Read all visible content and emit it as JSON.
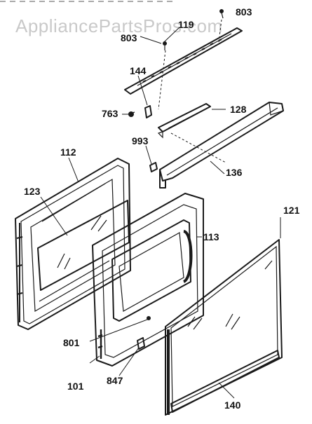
{
  "watermark": "AppliancePartsPros.com",
  "callouts": {
    "c803_top": "803",
    "c803_left": "803",
    "c119": "119",
    "c144": "144",
    "c128": "128",
    "c763": "763",
    "c993": "993",
    "c136": "136",
    "c112": "112",
    "c123": "123",
    "c121": "121",
    "c113": "113",
    "c801": "801",
    "c847": "847",
    "c101": "101",
    "c140": "140"
  }
}
